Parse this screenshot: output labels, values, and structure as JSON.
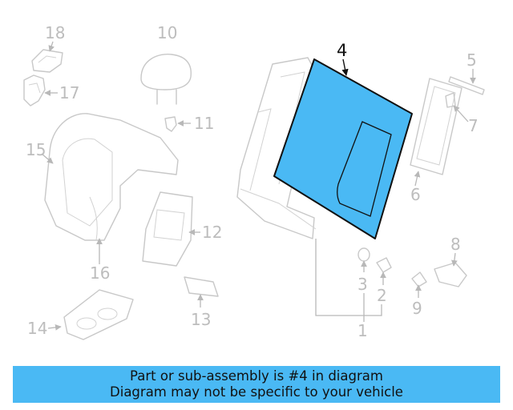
{
  "diagram": {
    "highlighted_part": "4",
    "highlight_color": "#4ab9f4",
    "callouts": [
      "1",
      "2",
      "3",
      "4",
      "5",
      "6",
      "7",
      "8",
      "9",
      "10",
      "11",
      "12",
      "13",
      "14",
      "15",
      "16",
      "17",
      "18"
    ]
  },
  "banner": {
    "line1": "Part or sub-assembly is #4 in diagram",
    "line2": "Diagram may not be specific to your vehicle",
    "color": "#4ab9f4"
  }
}
